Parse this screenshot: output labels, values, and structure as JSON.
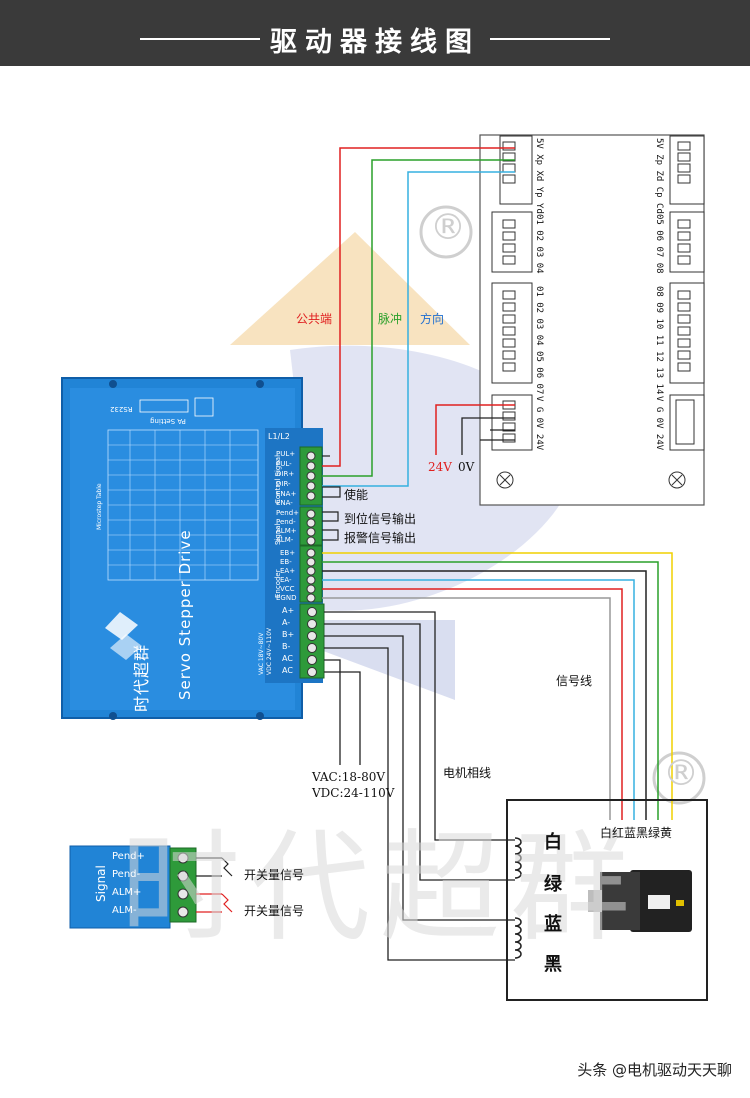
{
  "header": {
    "title": "驱动器接线图"
  },
  "labels": {
    "common": "公共端",
    "pulse": "脉冲",
    "direction": "方向",
    "v24": "24V",
    "v0": "0V",
    "enable": "使能",
    "in_position": "到位信号输出",
    "alarm_out": "报警信号输出",
    "signal_line": "信号线",
    "motor_phase": "电机相线",
    "vac": "VAC:18-80V",
    "vdc": "VDC:24-110V",
    "switch_signal_1": "开关量信号",
    "switch_signal_2": "开关量信号",
    "encoder_colors": "白红蓝黑绿黄",
    "white": "白",
    "green": "绿",
    "blue": "蓝",
    "black": "黑",
    "registered": "®"
  },
  "controller": {
    "left_col": [
      "5V Xp Xd Yp Yd",
      "01 02 03 04",
      "01 02 03 04 05 06 07",
      "V G 0V 24V"
    ],
    "right_col": [
      "5V Zp Zd Cp Cd",
      "05 06 07 08",
      "08 09 10 11 12 13 14",
      "V G 0V 24V"
    ]
  },
  "driver": {
    "brand": "时代超群",
    "model_text": "Servo Stepper Drive",
    "top_labels": [
      "RS232",
      "PA Setting"
    ],
    "section_labels": [
      "Control Signal",
      "Signal",
      "Encoder"
    ],
    "table_title": "Microstep Table",
    "spec_1": "VAC 18V~80V",
    "spec_2": "VDC 24V~110V",
    "power_terms": [
      "A+",
      "A-",
      "B+",
      "B-",
      "AC",
      "AC"
    ],
    "control_terms": [
      "L1/L2",
      "PUL+",
      "PUL-",
      "DIR+",
      "DIR-",
      "ENA+",
      "ENA-"
    ],
    "signal_terms": [
      "Pend+",
      "Pend-",
      "ALM+",
      "ALM-"
    ],
    "encoder_terms": [
      "EB+",
      "EB-",
      "EA+",
      "EA-",
      "VCC",
      "EGND"
    ]
  },
  "signal_inset": {
    "title": "Signal",
    "terms": [
      "Pend+",
      "Pend-",
      "ALM+",
      "ALM-"
    ]
  },
  "watermark": {
    "text": "时代超群"
  },
  "footer": {
    "text": "头条 @电机驱动天天聊"
  },
  "colors": {
    "header_bg": "#3a3a3a",
    "driver_blue": "#1f7fd4",
    "wire_red": "#e02020",
    "wire_green": "#2aa02a",
    "wire_blue": "#36b0e0",
    "wire_yellow": "#f0d000",
    "wire_dark": "#222222",
    "terminal_green": "#2e9a3a"
  }
}
